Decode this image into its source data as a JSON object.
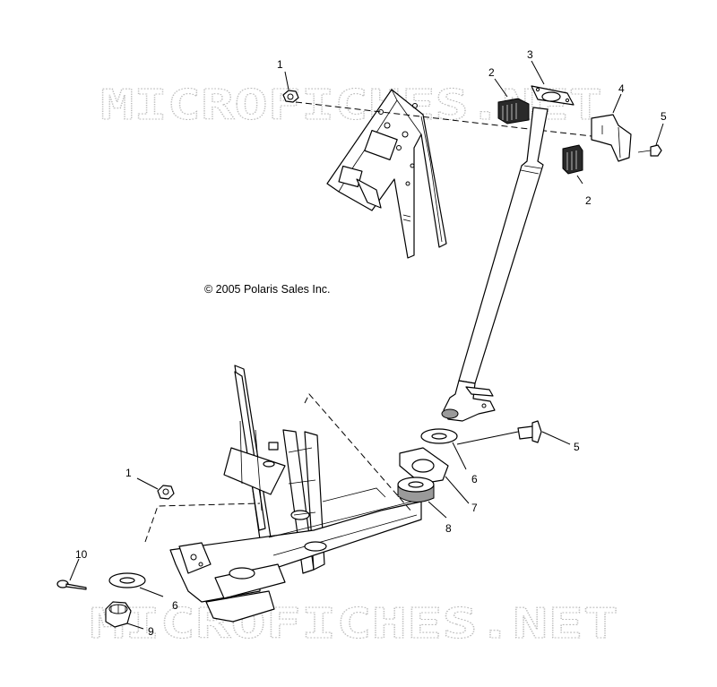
{
  "watermark": {
    "top": "MICROFICHES.NET",
    "bottom": "MICROFICHES.NET"
  },
  "copyright": "© 2005 Polaris Sales Inc.",
  "callouts": {
    "c1_top": "1",
    "c2_top": "2",
    "c3": "3",
    "c4": "4",
    "c5_top": "5",
    "c2_bottom": "2",
    "c5_mid": "5",
    "c6_mid": "6",
    "c7": "7",
    "c8": "8",
    "c1_bottom": "1",
    "c10": "10",
    "c6_bottom": "6",
    "c9": "9"
  }
}
